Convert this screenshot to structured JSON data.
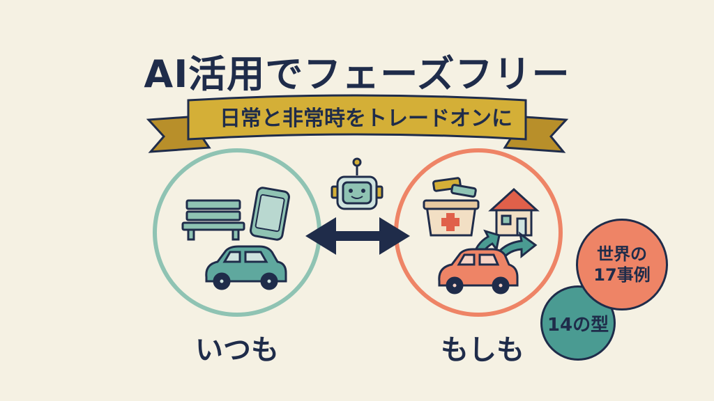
{
  "title": "AI活用でフェーズフリー",
  "ribbon_text": "日常と非常時をトレードオンに",
  "left_label": "いつも",
  "right_label": "もしも",
  "badges": {
    "coral_line1": "世界の",
    "coral_line2": "17事例",
    "teal": "14の型"
  },
  "colors": {
    "background": "#f5f1e3",
    "navy": "#1f2c4a",
    "teal": "#4a9b92",
    "coral": "#ee8466",
    "gold": "#d4af37"
  }
}
